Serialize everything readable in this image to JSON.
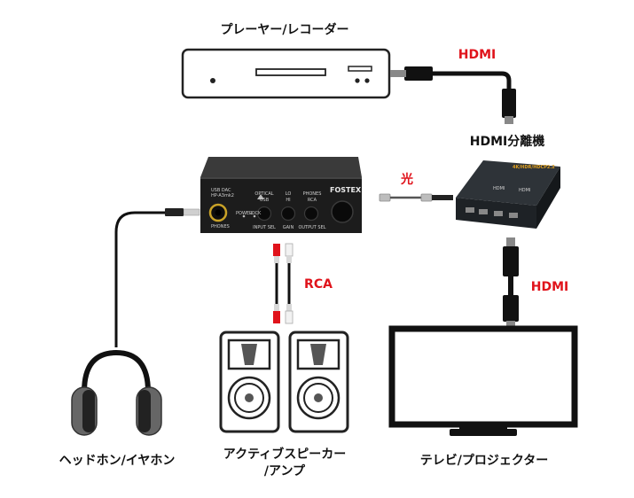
{
  "labels": {
    "player": "プレーヤー/レコーダー",
    "hdmi_top": "HDMI",
    "splitter": "HDMI分離機",
    "optical": "光",
    "rca": "RCA",
    "hdmi_bottom": "HDMI",
    "headphones": "ヘッドホン/イヤホン",
    "speakers_line1": "アクティブスピーカー",
    "speakers_line2": "/アンプ",
    "tv": "テレビ/プロジェクター"
  },
  "device": {
    "model_line1": "USB DAC",
    "model_line2": "HP-A3mk2",
    "brand": "FOSTEX",
    "phones": "PHONES",
    "optical": "OPTICAL",
    "usb": "USB",
    "power": "POWER",
    "lock": "LOCK",
    "input_sel": "INPUT SEL",
    "lo_hi_lo": "LO",
    "lo_hi_hi": "HI",
    "gain": "GAIN",
    "phones_rca_1": "PHONES",
    "phones_rca_2": "RCA",
    "output_sel": "OUTPUT SEL"
  },
  "splitter_box": {
    "top_label": "4K/HDR/HDCP2.2",
    "face_1": "HDMI",
    "face_2": "HDMI"
  },
  "colors": {
    "accent_red": "#e0131b",
    "device_black": "#1c1c1c",
    "cable_black": "#111111"
  }
}
